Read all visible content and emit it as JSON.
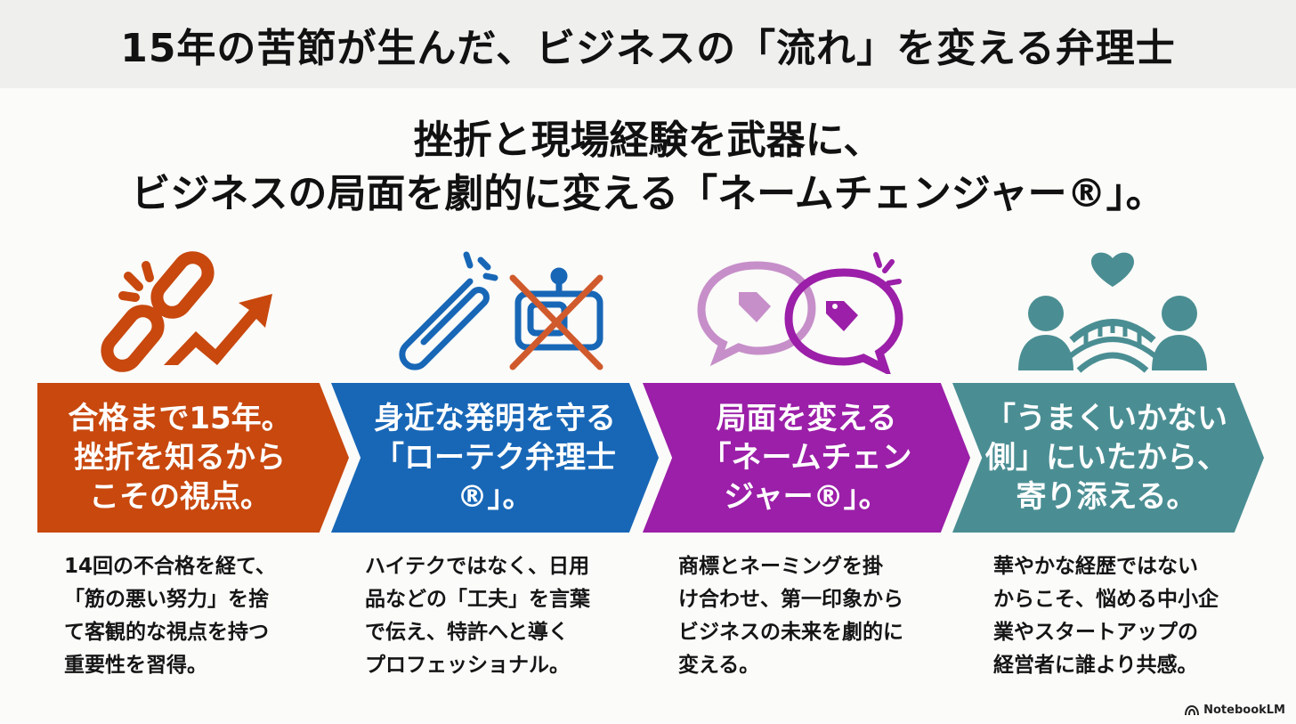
{
  "header": {
    "title": "15年の苦節が生んだ、ビジネスの「流れ」を変える弁理士"
  },
  "subtitle": {
    "line1": "挫折と現場経験を武器に、",
    "line2": "ビジネスの局面を劇的に変える「ネームチェンジャー®」。"
  },
  "steps": [
    {
      "title": "合格まで15年。\n挫折を知るから\nこその視点。",
      "description": "14回の不合格を経て、\n「筋の悪い努力」を捨\nて客観的な視点を持つ\n重要性を習得。",
      "icon": "broken-chain-rising-arrow-icon",
      "color": "#c8480e"
    },
    {
      "title": "身近な発明を守る\n「ローテク弁理士\n®」。",
      "description": "ハイテクではなく、日用\n品などの「工夫」を言葉\nで伝え、特許へと導く\nプロフェッショナル。",
      "icon": "paperclip-crossed-robot-icon",
      "color": "#1867b7"
    },
    {
      "title": "局面を変える\n「ネームチェン\nジャー®」。",
      "description": "商標とネーミングを掛\nけ合わせ、第一印象から\nビジネスの未来を劇的に\n変える。",
      "icon": "speech-bubbles-tag-icon",
      "color": "#9b1fa8"
    },
    {
      "title": "「うまくいかない\n側」にいたから、\n寄り添える。",
      "description": "華やかな経歴ではない\nからこそ、悩める中小企\n業やスタートアップの\n経営者に誰より共感。",
      "icon": "people-bridge-heart-icon",
      "color": "#4a8e93"
    }
  ],
  "brand": {
    "name": "NotebookLM",
    "icon": "notebooklm-logo-icon"
  }
}
